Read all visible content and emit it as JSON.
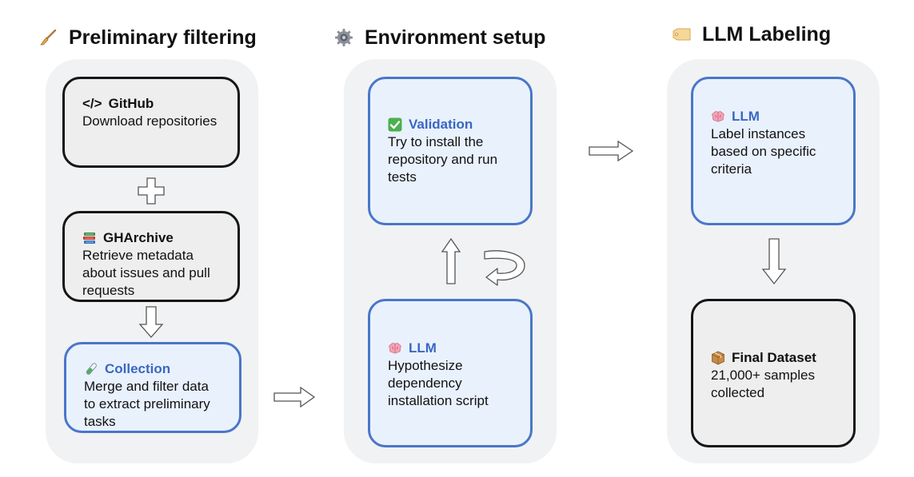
{
  "stages": [
    {
      "title": "Preliminary filtering",
      "icon": "broom-icon",
      "boxes": [
        {
          "code": "</>",
          "heading": "GitHub",
          "text": "Download repositories",
          "style": "gray"
        },
        {
          "icon": "books-icon",
          "heading": "GHArchive",
          "text": "Retrieve metadata about issues and pull requests",
          "style": "gray"
        },
        {
          "icon": "test-tube-icon",
          "heading": "Collection",
          "text": "Merge and filter data to extract preliminary tasks",
          "style": "blue"
        }
      ]
    },
    {
      "title": "Environment setup",
      "icon": "gear-icon",
      "boxes": [
        {
          "icon": "check-mark-icon",
          "heading": "Validation",
          "text": "Try to install the repository and run tests",
          "style": "blue"
        },
        {
          "icon": "brain-icon",
          "heading": "LLM",
          "text": "Hypothesize dependency installation script",
          "style": "blue"
        }
      ]
    },
    {
      "title": "LLM Labeling",
      "icon": "label-tag-icon",
      "boxes": [
        {
          "icon": "brain-icon",
          "heading": "LLM",
          "text": "Label instances based on specific criteria",
          "style": "blue"
        },
        {
          "icon": "package-icon",
          "heading": "Final Dataset",
          "text": "21,000+ samples collected",
          "style": "gray"
        }
      ]
    }
  ],
  "colors": {
    "panel_bg": "#f1f2f4",
    "gray_box_fill": "#eeeeee",
    "gray_box_border": "#161616",
    "blue_box_fill": "#e9f1fd",
    "blue_box_border": "#4a76c9",
    "blue_heading": "#3a67c1"
  }
}
